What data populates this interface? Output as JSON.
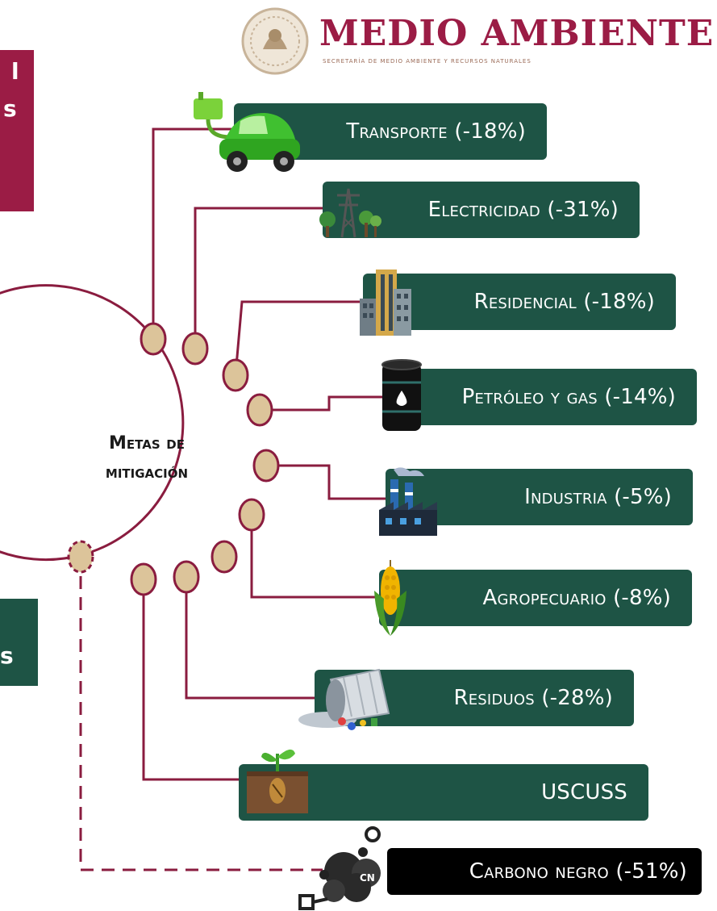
{
  "header": {
    "brand_title": "MEDIO AMBIENTE",
    "brand_subtitle": "SECRETARÍA DE MEDIO AMBIENTE Y RECURSOS NATURALES"
  },
  "side_tabs": {
    "top_fragment_1": "l",
    "top_fragment_2": "s",
    "bottom_fragment": "s"
  },
  "center": {
    "line1": "Metas de",
    "line2": "mitigación"
  },
  "sectors": [
    {
      "label": "Transporte (-18%)",
      "icon": "electric-car-icon"
    },
    {
      "label": "Electricidad (-31%)",
      "icon": "power-tower-icon"
    },
    {
      "label": "Residencial (-18%)",
      "icon": "buildings-icon"
    },
    {
      "label": "Petróleo y gas (-14%)",
      "icon": "oil-barrel-icon"
    },
    {
      "label": "Industria (-5%)",
      "icon": "factory-icon"
    },
    {
      "label": "Agropecuario (-8%)",
      "icon": "corn-icon"
    },
    {
      "label": "Residuos (-28%)",
      "icon": "waste-bin-icon"
    },
    {
      "label": "USCUSS",
      "icon": "seedling-icon"
    },
    {
      "label": "Carbono negro (-51%)",
      "icon": "black-carbon-smoke-icon"
    }
  ],
  "icon_text": {
    "carbon_badge": "CN"
  },
  "colors": {
    "green_box": "#1e5445",
    "maroon": "#8a1c3f",
    "node_fill": "#dcc49a",
    "black_box": "#000000"
  }
}
